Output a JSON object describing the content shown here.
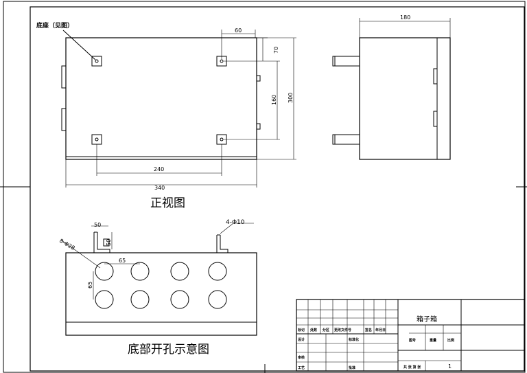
{
  "front_view": {
    "title": "正视图",
    "base_label": "底座（见图）",
    "dims": {
      "d60": "60",
      "d70": "70",
      "d160": "160",
      "d300": "300",
      "d240": "240",
      "d340": "340"
    }
  },
  "side_view": {
    "dims": {
      "d180": "180"
    }
  },
  "bottom_view": {
    "title": "底部开孔示意图",
    "dims": {
      "d50a": "50",
      "d50b": "50",
      "d65a": "65",
      "d65b": "65"
    },
    "holes_label": "8-Φ28",
    "bolt_label": "4-Φ10"
  },
  "title_block": {
    "drawing_name": "箱子箱",
    "mark": "标记",
    "count": "处数",
    "zone": "分区",
    "change_doc": "更改文件号",
    "signature": "签名",
    "date": "年月日",
    "design": "设计",
    "standardization": "标准化",
    "review": "审核",
    "process": "工艺",
    "approve": "批准",
    "stage_mark": "图号",
    "weight": "重量",
    "scale": "比例",
    "total": "共 张 第 张",
    "sheet_no": "1"
  }
}
